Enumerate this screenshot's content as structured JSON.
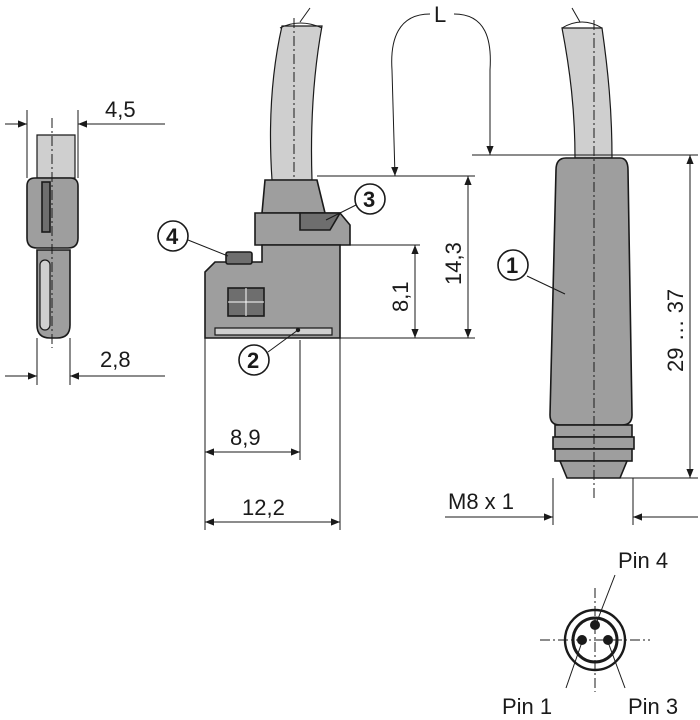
{
  "dimensions": {
    "width_top": "4,5",
    "width_bottom": "2,8",
    "height_total": "14,3",
    "height_head": "8,1",
    "depth_short": "8,9",
    "depth_total": "12,2",
    "cable_length": "L",
    "connector_length": "29 … 37",
    "thread": "M8 x 1"
  },
  "callouts": [
    "1",
    "2",
    "3",
    "4"
  ],
  "pins": {
    "pin4": "Pin 4",
    "pin1": "Pin 1",
    "pin3": "Pin 3"
  },
  "colors": {
    "ink": "#1a1a1a",
    "body_fill": "#9e9e9e",
    "dark_fill": "#6e6e6e",
    "light_fill": "#cfcfcf"
  }
}
